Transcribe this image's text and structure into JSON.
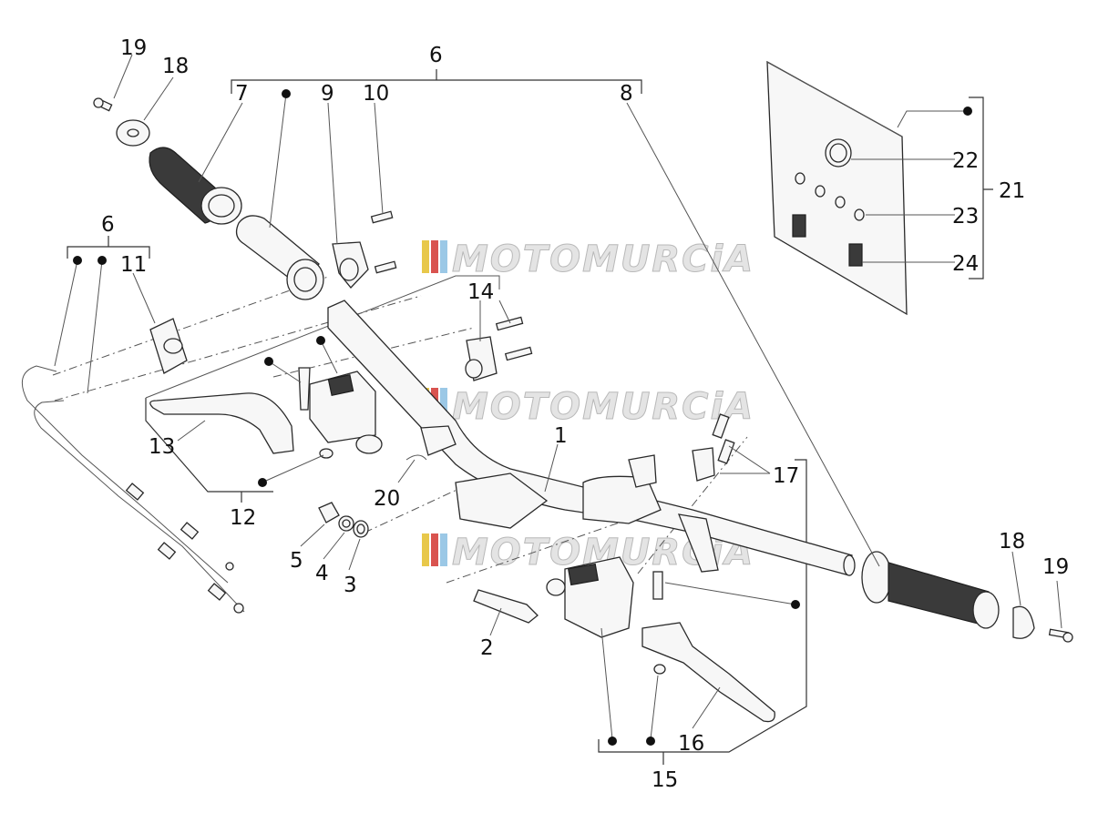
{
  "watermark": {
    "text": "MOTOMURCiA",
    "stripe_colors": [
      "#e8c84a",
      "#d9534f",
      "#9bc8e6"
    ]
  },
  "callouts": {
    "c1": "1",
    "c2": "2",
    "c3": "3",
    "c4": "4",
    "c5": "5",
    "c6_top": "6",
    "c6_left": "6",
    "c7": "7",
    "c8": "8",
    "c9": "9",
    "c10": "10",
    "c11": "11",
    "c12": "12",
    "c13": "13",
    "c14": "14",
    "c15": "15",
    "c16": "16",
    "c17": "17",
    "c18_left": "18",
    "c18_right": "18",
    "c19_left": "19",
    "c19_right": "19",
    "c20": "20",
    "c21": "21",
    "c22": "22",
    "c23": "23",
    "c24": "24"
  }
}
